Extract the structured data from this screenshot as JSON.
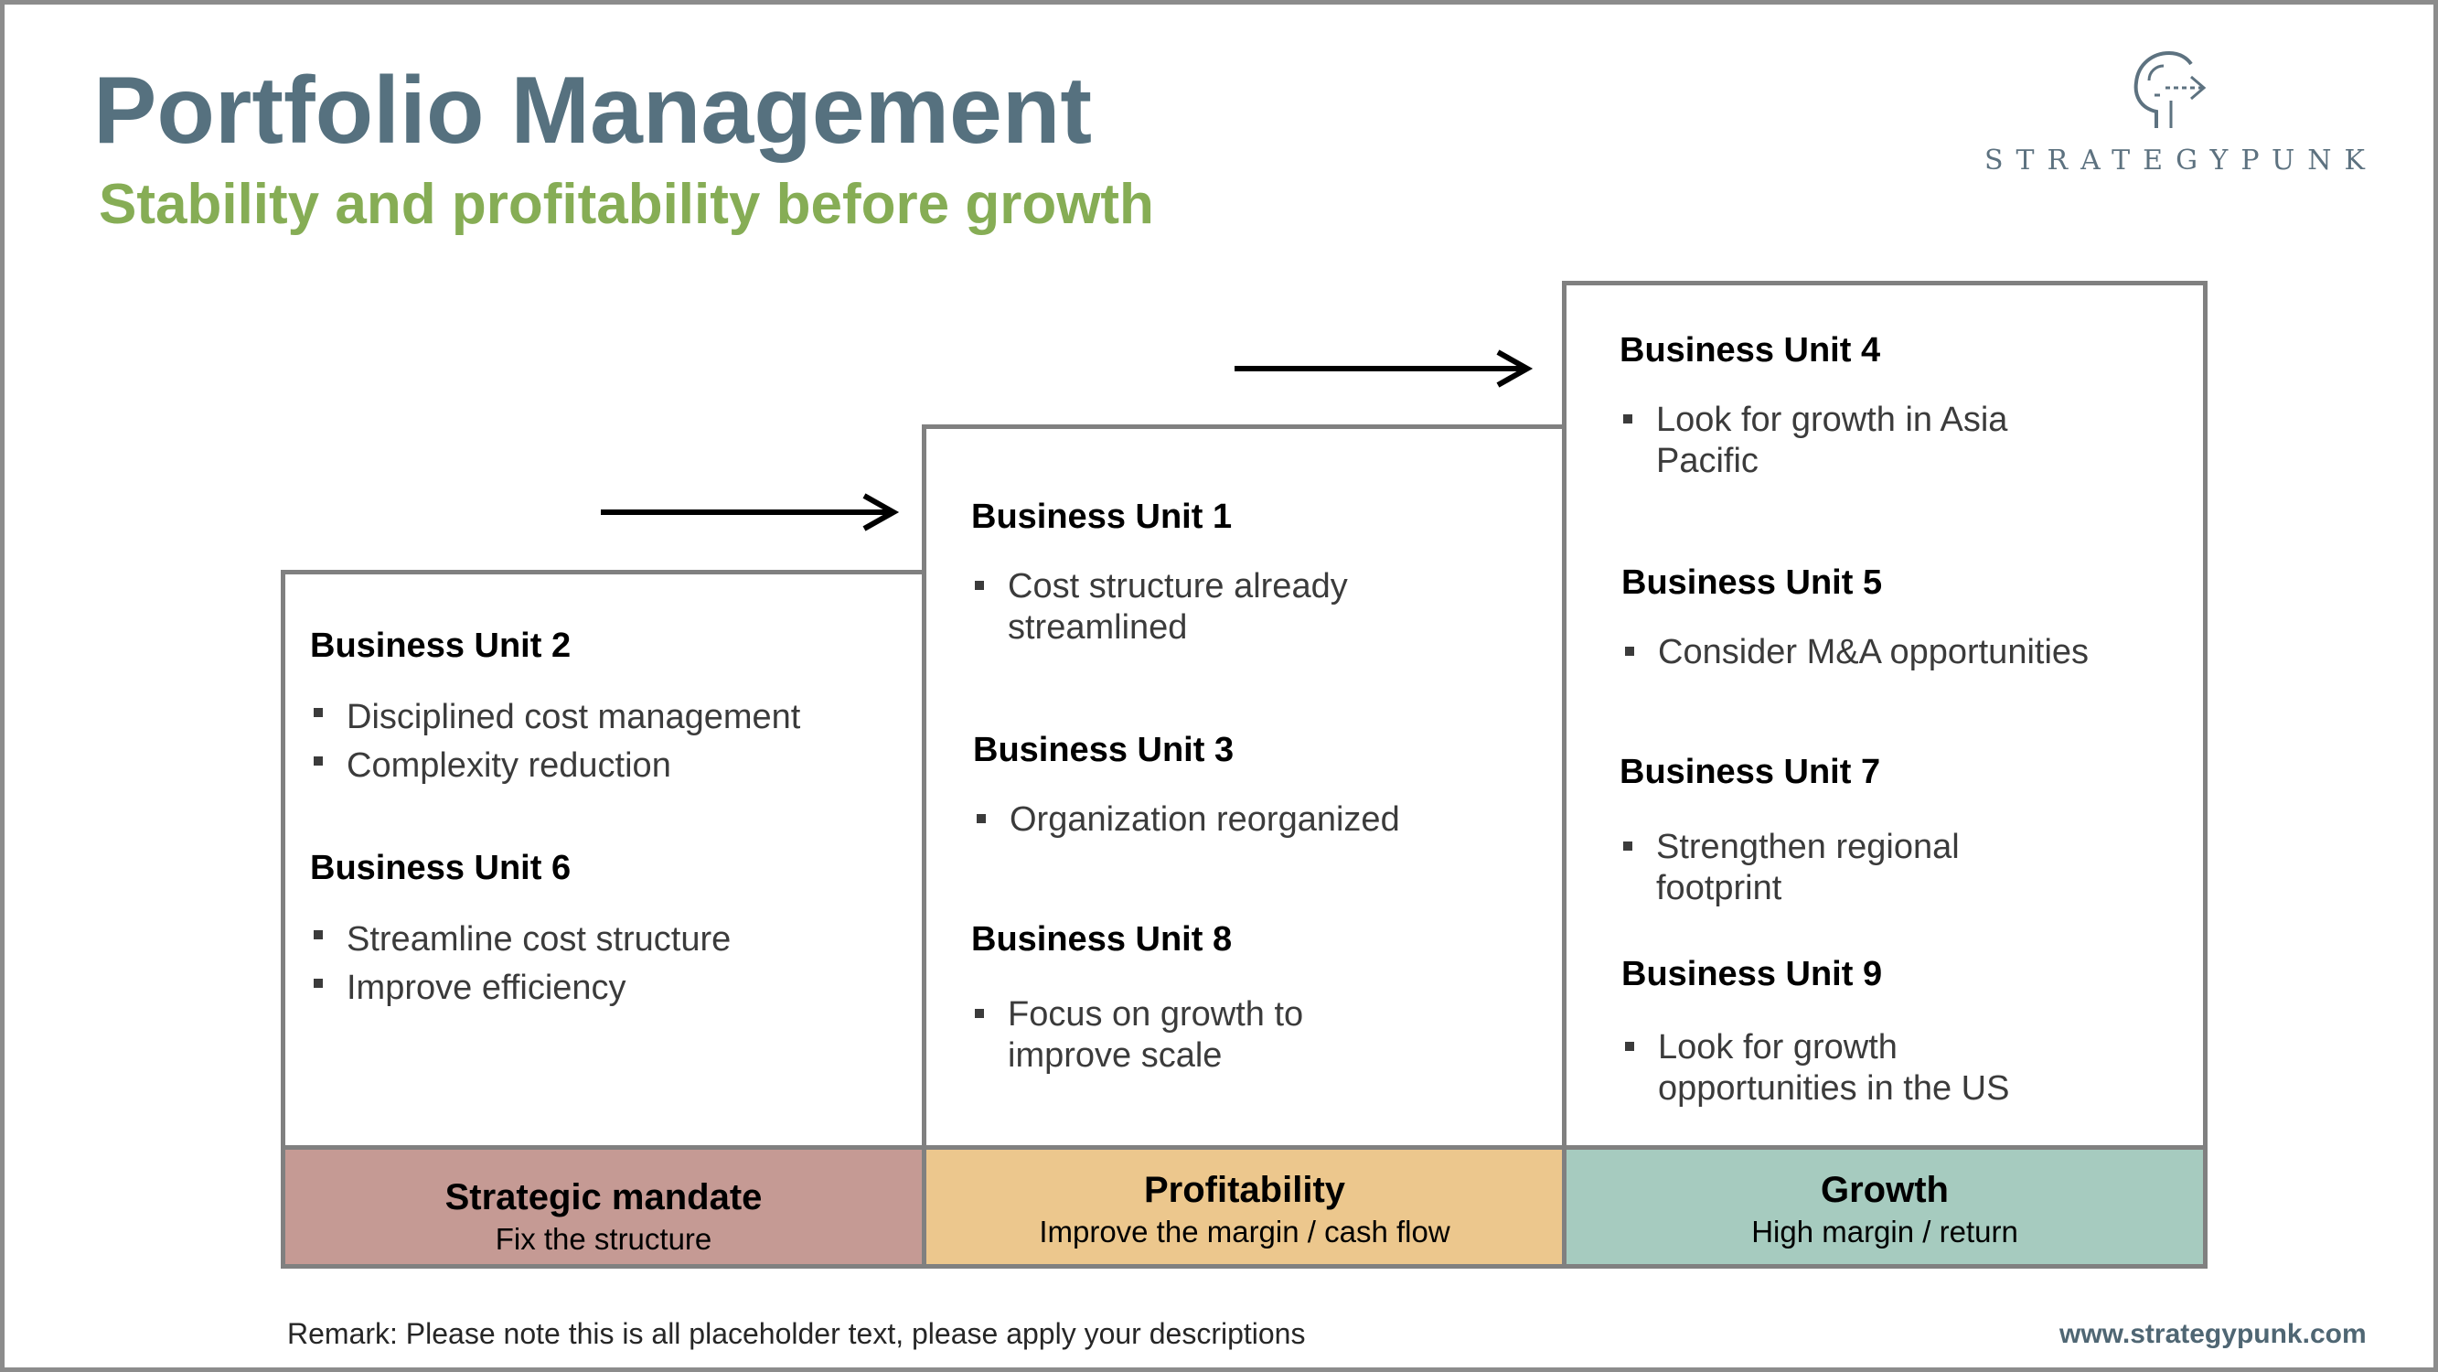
{
  "title": "Portfolio Management",
  "subtitle": "Stability and profitability before growth",
  "logo": {
    "icon": "head-arrow-icon",
    "text": "STRATEGYPUNK"
  },
  "columns": [
    {
      "footer": {
        "title": "Strategic mandate",
        "subtitle": "Fix the structure",
        "color": "#c59a94"
      },
      "units": [
        {
          "name": "Business Unit 2",
          "bullets": [
            "Disciplined cost management",
            "Complexity reduction"
          ]
        },
        {
          "name": "Business Unit 6",
          "bullets": [
            "Streamline cost structure",
            "Improve efficiency"
          ]
        }
      ]
    },
    {
      "footer": {
        "title": "Profitability",
        "subtitle": "Improve the margin / cash flow",
        "color": "#ecc78d"
      },
      "units": [
        {
          "name": "Business Unit 1",
          "bullets": [
            "Cost structure already",
            "streamlined"
          ]
        },
        {
          "name": "Business Unit 3",
          "bullets": [
            "Organization reorganized"
          ]
        },
        {
          "name": "Business Unit 8",
          "bullets": [
            "Focus on growth to",
            "improve scale"
          ]
        }
      ]
    },
    {
      "footer": {
        "title": "Growth",
        "subtitle": "High margin / return",
        "color": "#a6cbbf"
      },
      "units": [
        {
          "name": "Business Unit 4",
          "bullets": [
            "Look for growth in Asia",
            "Pacific"
          ]
        },
        {
          "name": "Business Unit 5",
          "bullets": [
            "Consider M&A opportunities"
          ]
        },
        {
          "name": "Business Unit 7",
          "bullets": [
            "Strengthen regional",
            "footprint"
          ]
        },
        {
          "name": "Business Unit 9",
          "bullets": [
            "Look for growth",
            "opportunities in the US"
          ]
        }
      ]
    }
  ],
  "remark": "Remark: Please note this is all placeholder text, please apply your descriptions",
  "url": "www.strategypunk.com",
  "colors": {
    "title": "#56717f",
    "subtitle": "#86ad55",
    "border": "#808080"
  }
}
